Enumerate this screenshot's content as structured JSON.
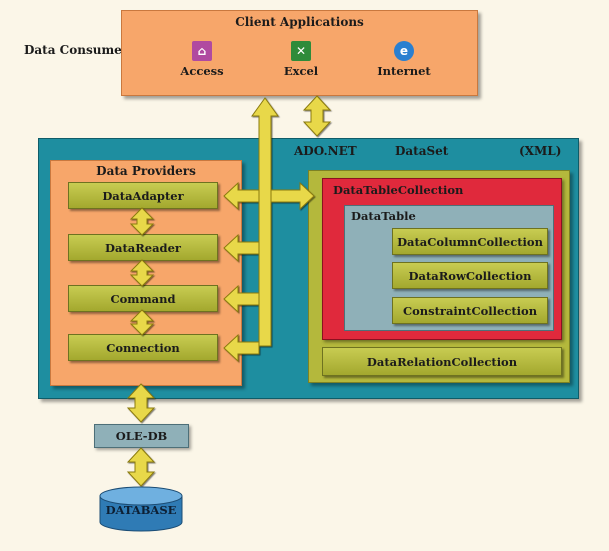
{
  "data_consumers_label": "Data Consumers",
  "client_apps": {
    "title": "Client Applications",
    "apps": [
      {
        "label": "Access",
        "icon": "access-icon",
        "color": "#b04aa0"
      },
      {
        "label": "Excel",
        "icon": "excel-icon",
        "color": "#2e8b3a"
      },
      {
        "label": "Internet",
        "icon": "internet-explorer-icon",
        "color": "#2a7fd0"
      }
    ]
  },
  "adonet": {
    "label": "ADO.NET",
    "dataset_label": "DataSet",
    "xml_label": "(XML)"
  },
  "data_providers": {
    "title": "Data Providers",
    "items": [
      "DataAdapter",
      "DataReader",
      "Command",
      "Connection"
    ]
  },
  "datatable_collection": {
    "title": "DataTableCollection",
    "datatable": {
      "title": "DataTable",
      "items": [
        "DataColumnCollection",
        "DataRowCollection",
        "ConstraintCollection"
      ]
    }
  },
  "data_relation_collection": "DataRelationCollection",
  "oledb": "OLE-DB",
  "database": "DATABASE",
  "colors": {
    "orange": "#f7a66a",
    "teal": "#1e8ea0",
    "red": "#e0293c",
    "olive": "#b4b83c",
    "slate": "#8fb0b8",
    "arrow": "#e8d84a"
  }
}
